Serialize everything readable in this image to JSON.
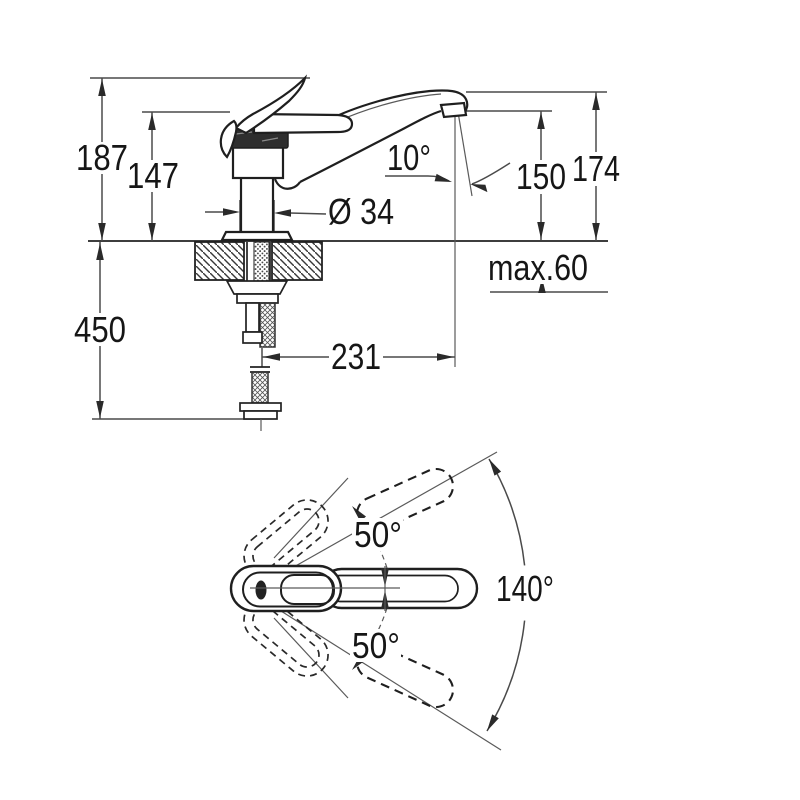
{
  "meta": {
    "type": "technical dimensional drawing",
    "product": "single-lever sink mixer tap"
  },
  "colors": {
    "line": "#1f1f1f",
    "dimension_line": "#4a4a4a",
    "background": "#ffffff"
  },
  "side_view": {
    "labels": {
      "overall_height": "187",
      "body_height": "147",
      "spout_angle": "10°",
      "outlet_height": "150",
      "spout_height": "174",
      "base_diameter": "Ø 34",
      "mounting_thickness": "max.60",
      "hose_length": "450",
      "projection": "231"
    }
  },
  "top_view": {
    "labels": {
      "lever_swing_up": "50°",
      "lever_swing_down": "50°",
      "swivel_range": "140°"
    }
  }
}
